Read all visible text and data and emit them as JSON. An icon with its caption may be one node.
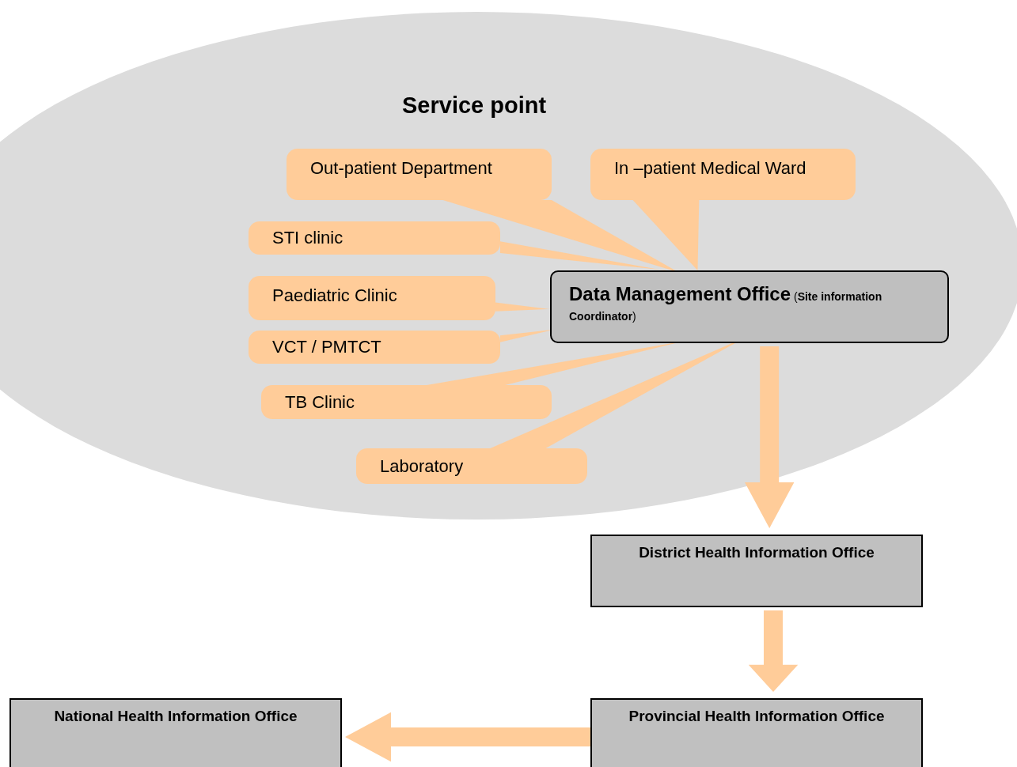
{
  "diagram": {
    "nodes": [
      {
        "text": [
          "Service point"
        ]
      },
      {
        "text": [
          "Out-patient Department"
        ],
        "in": 0
      },
      {
        "text": [
          "In –patient Medical Ward"
        ],
        "in": 0
      },
      {
        "text": [
          "STI clinic"
        ],
        "in": 0
      },
      {
        "text": [
          "Paediatric Clinic"
        ],
        "in": 0
      },
      {
        "text": [
          "VCT / PMTCT"
        ],
        "in": 0
      },
      {
        "text": [
          "TB Clinic"
        ],
        "in": 0
      },
      {
        "text": [
          "Laboratory"
        ],
        "in": 0
      },
      {
        "text": [
          "**Data Management Office** (**Site information Coordinator**)"
        ],
        "in": 0
      },
      {
        "text": [
          "District Health Information Office"
        ]
      },
      {
        "text": [
          "Provincial Health Information Office"
        ]
      },
      {
        "text": [
          "National Health Information Office"
        ]
      }
    ],
    "edges": [
      {
        "from": 1,
        "to": 8,
        "arrow": "none"
      },
      {
        "from": 2,
        "to": 8,
        "arrow": "to"
      },
      {
        "from": 3,
        "to": 8,
        "arrow": "none"
      },
      {
        "from": 4,
        "to": 8,
        "arrow": "none"
      },
      {
        "from": 5,
        "to": 8,
        "arrow": "none"
      },
      {
        "from": 6,
        "to": 8,
        "arrow": "none"
      },
      {
        "from": 7,
        "to": 8,
        "arrow": "none"
      },
      {
        "from": 8,
        "to": 9,
        "arrow": "to",
        "style": "thick"
      },
      {
        "from": 9,
        "to": 10,
        "arrow": "to",
        "style": "thick"
      },
      {
        "from": 10,
        "to": 11,
        "arrow": "to",
        "style": "thick"
      }
    ]
  }
}
